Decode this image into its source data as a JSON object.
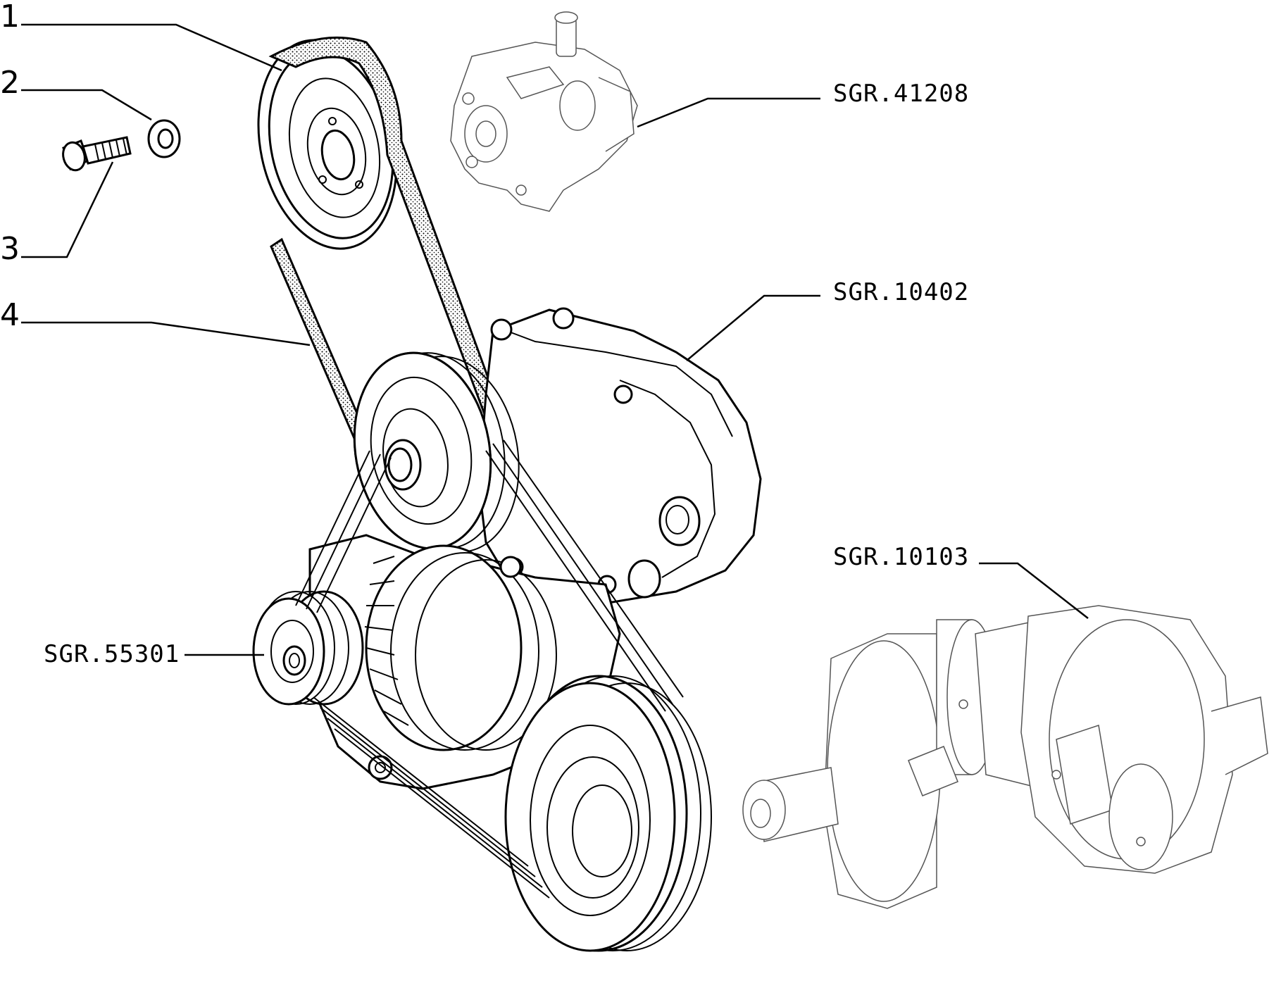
{
  "callouts": [
    {
      "id": "1",
      "label": "1"
    },
    {
      "id": "2",
      "label": "2"
    },
    {
      "id": "3",
      "label": "3"
    },
    {
      "id": "4",
      "label": "4"
    }
  ],
  "references": {
    "power_steering_pump": "SGR.41208",
    "coolant_pump": "SGR.10402",
    "crankshaft": "SGR.10103",
    "alternator": "SGR.55301"
  }
}
